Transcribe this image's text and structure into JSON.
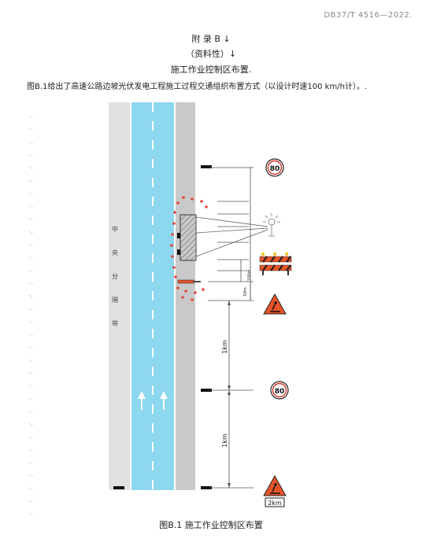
{
  "header": {
    "standard_code": "DB37/T 4516—2022."
  },
  "appendix": {
    "title": "附  录  B ↓",
    "nature": "（资料性）↓",
    "heading": "施工作业控制区布置."
  },
  "intro_text": "图B.1给出了高速公路边坡光伏发电工程施工过程交通组织布置方式（以设计时速100 km/h计）。.",
  "diagram": {
    "median_label_chars": [
      "中",
      "央",
      "分",
      "隔",
      "带"
    ],
    "speed_limit_top": "80",
    "speed_limit_mid": "80",
    "dim_150m": "150m",
    "dim_50m": "50m",
    "dim_1km_upper": "1km",
    "dim_1km_lower": "1km",
    "distance_plate": "2km",
    "colors": {
      "lane_blue": "#8dd7ef",
      "shoulder_gray": "#c9c9c9",
      "median_gray": "#e2e2e2",
      "cone_red": "#e8453c",
      "warning_orange": "#e8542a",
      "speed_ring_red": "#d9322a"
    }
  },
  "figure_caption": "图B.1 施工作业控制区布置"
}
